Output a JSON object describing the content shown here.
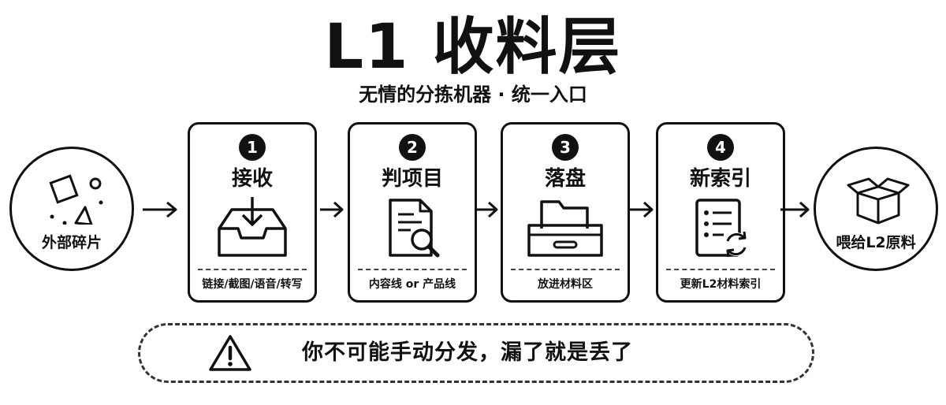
{
  "header": {
    "title": "L1 收料层",
    "subtitle": "无情的分拣机器 · 统一入口"
  },
  "input_node": {
    "label": "外部碎片",
    "icon": "scattered-shapes-icon"
  },
  "steps": [
    {
      "number": "1",
      "title": "接收",
      "footer": "链接/截图/语音/转写",
      "icon": "inbox-download-icon"
    },
    {
      "number": "2",
      "title": "判项目",
      "footer": "内容线 or 产品线",
      "icon": "document-search-icon"
    },
    {
      "number": "3",
      "title": "落盘",
      "footer": "放进材料区",
      "icon": "folder-drawer-icon"
    },
    {
      "number": "4",
      "title": "新索引",
      "footer": "更新L2材料索引",
      "icon": "list-refresh-icon"
    }
  ],
  "output_node": {
    "label": "喂给L2原料",
    "icon": "open-box-icon"
  },
  "warning": {
    "text": "你不可能手动分发，漏了就是丢了",
    "icon": "warning-triangle-icon"
  },
  "colors": {
    "ink": "#111111",
    "background": "#ffffff"
  }
}
